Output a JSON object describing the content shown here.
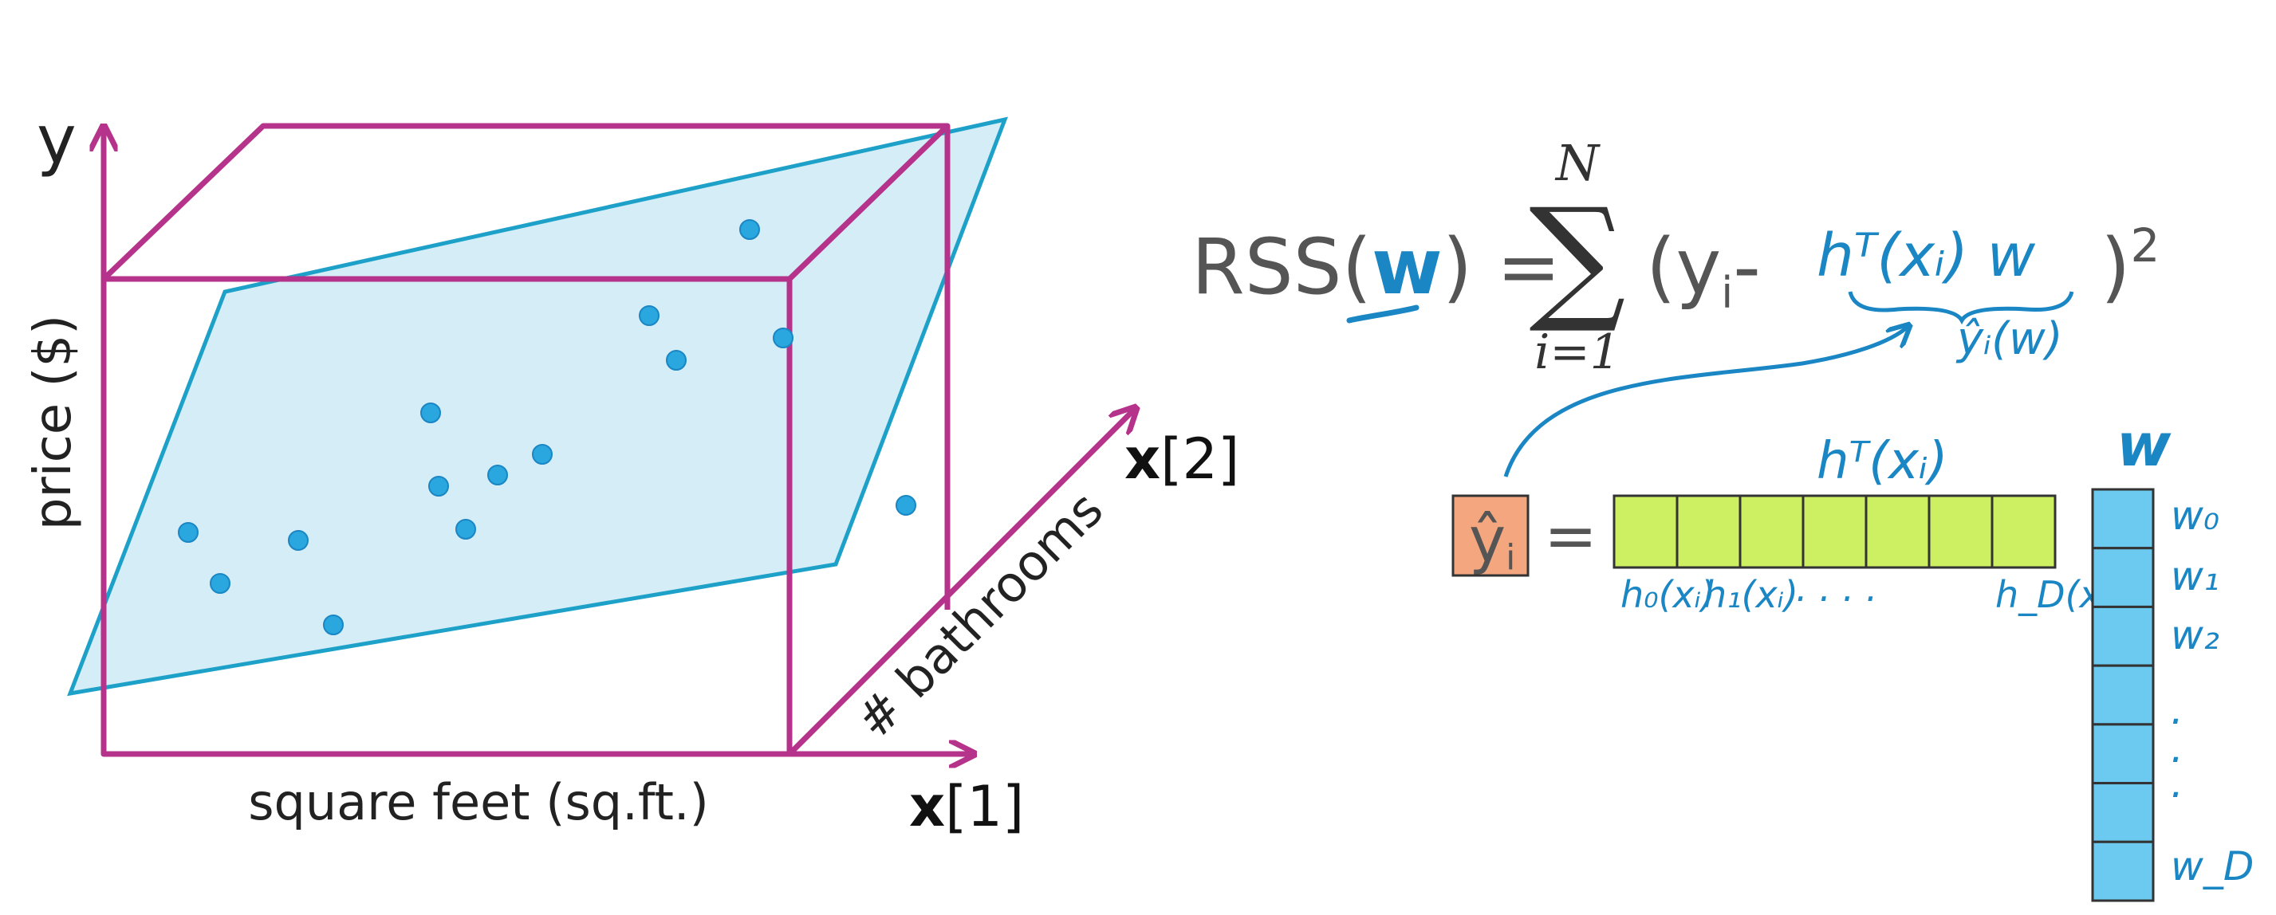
{
  "plot3d": {
    "y_axis_label": "y",
    "price_label": "price ($)",
    "sqft_label": "square feet (sq.ft.)",
    "bath_label": "# bathrooms",
    "x1_bold": "x",
    "x1_index": "[1]",
    "x2_bold": "x",
    "x2_index": "[2]",
    "colors": {
      "box": "#b5338a",
      "plane_fill": "#cdeaf5",
      "plane_edge": "#1ea1c8",
      "points": "#2aa7de"
    }
  },
  "equation": {
    "rss_prefix": "RSS(",
    "w_bold": "w",
    "rss_suffix": ") =",
    "sum_upper": "N",
    "sum_symbol": "∑",
    "sum_lower": "i=1",
    "paren_y": "(y",
    "sub_i": "i",
    "minus": "-",
    "close": ")",
    "power": "2",
    "hand_hT_xi_w": "hᵀ(xᵢ) w",
    "hand_yhat_w": "ŷᵢ(w)"
  },
  "matrix": {
    "yhat": "ŷ",
    "yhat_sub": "i",
    "equals": "=",
    "hT_label": "hᵀ(xᵢ)",
    "row_cells": 7,
    "row_labels": {
      "h0": "h₀(xᵢ)",
      "h1": "h₁(xᵢ)",
      "dots": ". . . .",
      "hD": "h_D(xᵢ)"
    },
    "w_label": "w",
    "col_cells": 7,
    "w_labels": [
      "w₀",
      "w₁",
      "w₂",
      ".",
      ".",
      ".",
      "w_D"
    ],
    "colors": {
      "yhat_box": "#f4a77f",
      "row": "#cdf063",
      "col": "#6cc9ef",
      "ink": "#1a86c4"
    }
  }
}
